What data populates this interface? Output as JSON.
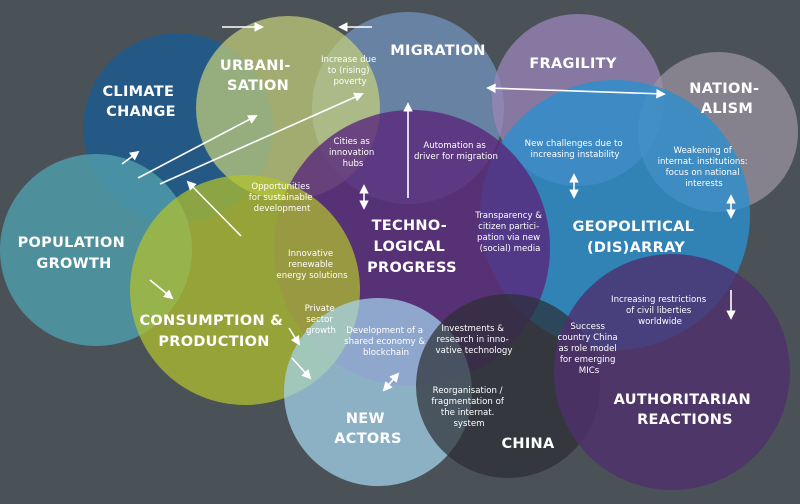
{
  "colors": {
    "background": "#4a5258",
    "climate": "#1d5a8e",
    "urbanisation": "#c7d27a",
    "migration": "#6f8fb6",
    "fragility": "#9b85b8",
    "nationalism": "#9a93a0",
    "population": "#4f9aa8",
    "consumption": "#b3c22c",
    "technology": "#5a2a7c",
    "geopolitical": "#2a8fd0",
    "new_actors": "#a6d6ee",
    "china": "#2b2d33",
    "authoritarian": "#4f2f6e",
    "arrows": "#ffffff"
  },
  "big_labels": {
    "climate": [
      "CLIMATE",
      "CHANGE"
    ],
    "urbanisation": [
      "URBANI-",
      "SATION"
    ],
    "migration": [
      "MIGRATION"
    ],
    "fragility": [
      "FRAGILITY"
    ],
    "nationalism": [
      "NATION-",
      "ALISM"
    ],
    "population": [
      "POPULATION",
      "GROWTH"
    ],
    "technology": [
      "TECHNO-",
      "LOGICAL",
      "PROGRESS"
    ],
    "geopolitical": [
      "GEOPOLITICAL",
      "(DIS)ARRAY"
    ],
    "consumption": [
      "CONSUMPTION &",
      "PRODUCTION"
    ],
    "new_actors": [
      "NEW",
      "ACTORS"
    ],
    "china": [
      "CHINA"
    ],
    "authoritarian": [
      "AUTHORITARIAN",
      "REACTIONS"
    ]
  },
  "small_labels": {
    "increase_poverty": [
      "Increase due",
      "to (rising)",
      "poverty"
    ],
    "cities_hubs": [
      "Cities as",
      "innovation",
      "hubs"
    ],
    "automation": [
      "Automation as",
      "driver for migration"
    ],
    "new_challenges": [
      "New challenges due to",
      "increasing instability"
    ],
    "weakening": [
      "Weakening of",
      "internat. institutions:",
      "focus on national",
      "interests"
    ],
    "opportunities": [
      "Opportunities",
      "for sustainable",
      "development"
    ],
    "transparency": [
      "Transparency &",
      "citizen partici-",
      "pation via new",
      "(social) media"
    ],
    "renewable": [
      "Innovative",
      "renewable",
      "energy solutions"
    ],
    "private_sector": [
      "Private",
      "sector",
      "growth"
    ],
    "restrictions": [
      "Increasing restrictions",
      "of civil liberties",
      "worldwide"
    ],
    "shared_economy": [
      "Development of a",
      "shared economy &",
      "blockchain"
    ],
    "investments": [
      "Investments &",
      "research in inno-",
      "vative technology"
    ],
    "success_china": [
      "Success",
      "country China",
      "as role model",
      "for emerging",
      "MICs"
    ],
    "reorganisation": [
      "Reorganisation /",
      "fragmentation of",
      "the internat.",
      "system"
    ]
  }
}
